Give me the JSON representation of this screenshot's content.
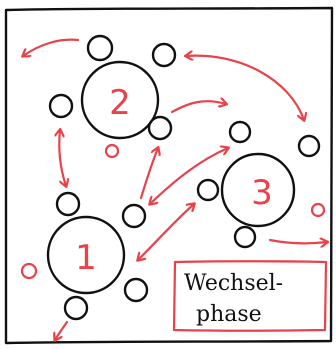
{
  "tables": [
    {
      "id": "table-1",
      "number": "1"
    },
    {
      "id": "table-2",
      "number": "2"
    },
    {
      "id": "table-3",
      "number": "3"
    }
  ],
  "label": {
    "line1": "Wechsel-",
    "line2": "phase"
  },
  "colors": {
    "ink": "#111111",
    "accent": "#e8424a",
    "background": "#ffffff"
  }
}
